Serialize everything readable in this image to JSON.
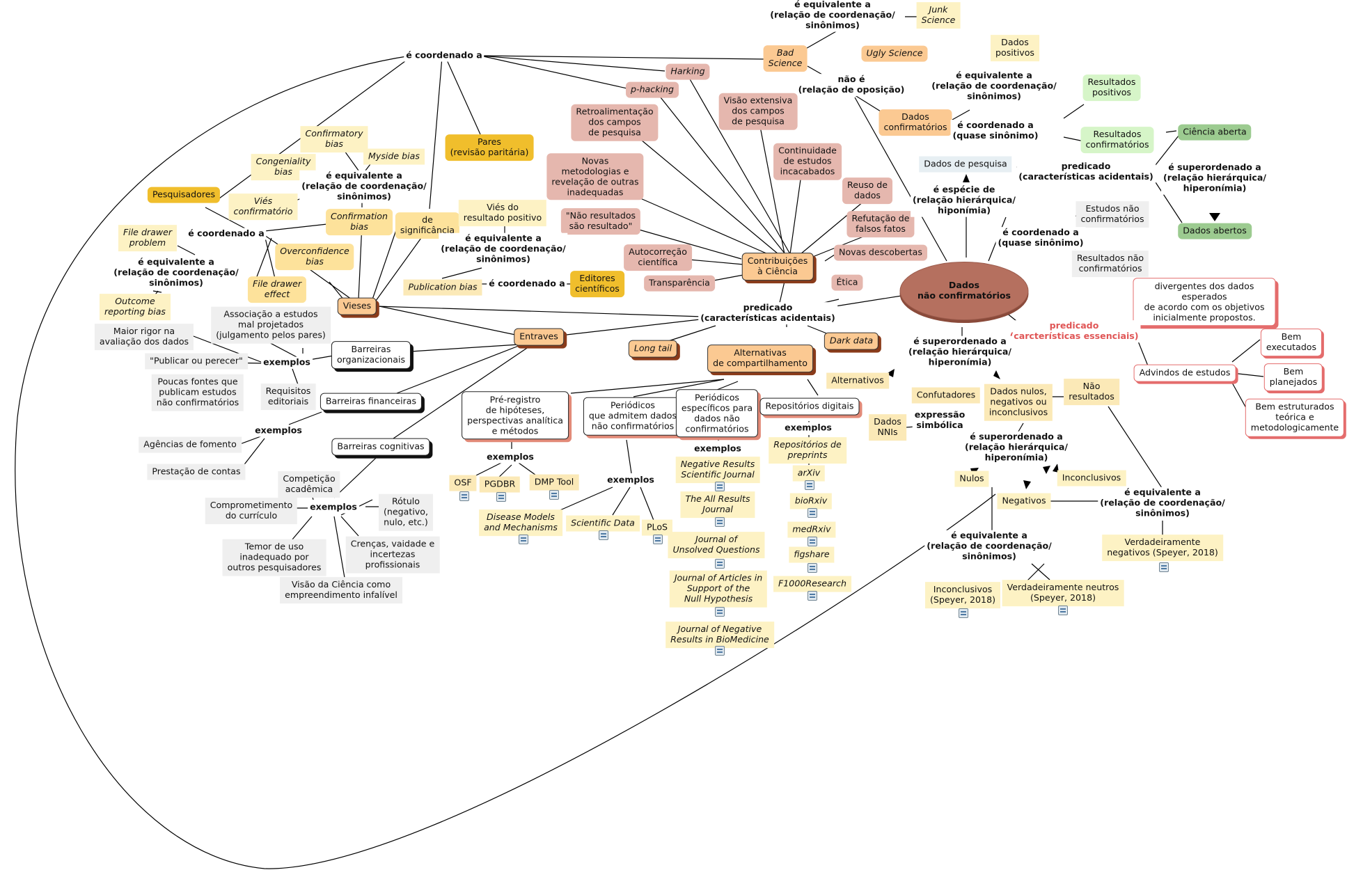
{
  "colors": {
    "central": "#b5705f",
    "peach": "#fbc992",
    "gold": "#f0be2c",
    "pink": "#e5b7ae",
    "pale_yellow": "#fdf2c4",
    "green": "#d6f5c8",
    "dark_green": "#9ccb90",
    "red_label": "#e05656",
    "line": "#000000"
  },
  "icons": {
    "resource": "document-link-icon"
  },
  "nodes": [
    {
      "id": "eq1",
      "text": "é equivalente a\n(relação de coordenação/\nsinônimos)",
      "style": "lnk"
    },
    {
      "id": "junk",
      "text": "Junk\nScience",
      "style": "pale it"
    },
    {
      "id": "bad",
      "text": "Bad\nScience",
      "style": "peach it"
    },
    {
      "id": "ugly",
      "text": "Ugly Science",
      "style": "peach it"
    },
    {
      "id": "naoe",
      "text": "não é\n(relação de oposição)",
      "style": "lnk"
    },
    {
      "id": "coord1",
      "text": "é coordenado a",
      "style": "lnk"
    },
    {
      "id": "harking",
      "text": "Harking",
      "style": "pink it"
    },
    {
      "id": "phacking",
      "text": "p-hacking",
      "style": "pink it"
    },
    {
      "id": "pares",
      "text": "Pares\n(revisão paritária)",
      "style": "gold"
    },
    {
      "id": "retro",
      "text": "Retroalimentação\ndos campos\nde pesquisa",
      "style": "pink"
    },
    {
      "id": "visao",
      "text": "Visão extensiva\ndos campos\nde pesquisa",
      "style": "pink"
    },
    {
      "id": "novasmet",
      "text": "Novas\nmetodologias e\nrevelação de outras\ninadequadas",
      "style": "pink"
    },
    {
      "id": "contin",
      "text": "Continuidade\nde estudos\nincacabados",
      "style": "pink"
    },
    {
      "id": "reuso",
      "text": "Reuso de\ndados",
      "style": "pink"
    },
    {
      "id": "refut",
      "text": "Refutação de\nfalsos fatos",
      "style": "pink"
    },
    {
      "id": "naoresult",
      "text": "\"Não resultados\nsão resultado\"",
      "style": "pink"
    },
    {
      "id": "novasdesc",
      "text": "Novas descobertas",
      "style": "pink"
    },
    {
      "id": "autocorr",
      "text": "Autocorreção\ncientífica",
      "style": "pink"
    },
    {
      "id": "transp",
      "text": "Transparência",
      "style": "pink"
    },
    {
      "id": "etica",
      "text": "Ética",
      "style": "pink"
    },
    {
      "id": "contrib",
      "text": "Contribuições\nà Ciência",
      "style": "peach-sh"
    },
    {
      "id": "dadospos",
      "text": "Dados\npositivos",
      "style": "pale"
    },
    {
      "id": "eq2",
      "text": "é equivalente a\n(relação de coordenação/\nsinônimos)",
      "style": "lnk"
    },
    {
      "id": "respos",
      "text": "Resultados\npositivos",
      "style": "green"
    },
    {
      "id": "dadosconf",
      "text": "Dados\nconfirmatórios",
      "style": "peach"
    },
    {
      "id": "coordquase1",
      "text": "é coordenado a\n(quase sinônimo)",
      "style": "lnk"
    },
    {
      "id": "resconf",
      "text": "Resultados\nconfirmatórios",
      "style": "green"
    },
    {
      "id": "cienciaab",
      "text": "Ciência aberta",
      "style": "greendk"
    },
    {
      "id": "superord1",
      "text": "é superordenado a\n(relação hierárquica/\nhiperonímia)",
      "style": "lnk"
    },
    {
      "id": "dadosab",
      "text": "Dados abertos",
      "style": "greendk"
    },
    {
      "id": "dadospesq",
      "text": "Dados de pesquisa",
      "style": "greyblue"
    },
    {
      "id": "predic1",
      "text": "predicado\n(características acidentais)",
      "style": "lnk"
    },
    {
      "id": "especie",
      "text": "é espécie de\n(relação hierárquica/\nhiponímia)",
      "style": "lnk"
    },
    {
      "id": "estnao",
      "text": "Estudos não\nconfirmatórios",
      "style": "grey"
    },
    {
      "id": "coordquase2",
      "text": "é coordenado a\n(quase sinônimo)",
      "style": "lnk"
    },
    {
      "id": "resnao",
      "text": "Resultados não\nconfirmatórios",
      "style": "grey"
    },
    {
      "id": "central",
      "text": "Dados\nnão confirmatórios",
      "style": "central"
    },
    {
      "id": "diverg",
      "text": "divergentes dos dados esperados\nde acordo com os objetivos\ninicialmente propostos.",
      "style": "white-red"
    },
    {
      "id": "predic2",
      "text": "predicado\n(carcterísticas essenciais)",
      "style": "lnk lnk-red"
    },
    {
      "id": "bemexec",
      "text": "Bem\nexecutados",
      "style": "white-red2"
    },
    {
      "id": "advindos",
      "text": "Advindos de estudos",
      "style": "white-red2"
    },
    {
      "id": "bemplan",
      "text": "Bem\nplanejados",
      "style": "white-red2"
    },
    {
      "id": "bemestr",
      "text": "Bem estruturados\nteórica e\nmetodologicamente",
      "style": "white-red2"
    },
    {
      "id": "confirm_pale",
      "text": "Confirmatory\nbias",
      "style": "pale it"
    },
    {
      "id": "myside",
      "text": "Myside bias",
      "style": "pale it"
    },
    {
      "id": "congen",
      "text": "Congeniality\nbias",
      "style": "pale it"
    },
    {
      "id": "eq3",
      "text": "é equivalente a\n(relação de coordenação/\nsinônimos)",
      "style": "lnk"
    },
    {
      "id": "pesq",
      "text": "Pesquisadores",
      "style": "gold"
    },
    {
      "id": "vies_conf",
      "text": "Viés\nconfirmatório",
      "style": "pale it"
    },
    {
      "id": "confbias",
      "text": "Confirmation\nbias",
      "style": "yellow it"
    },
    {
      "id": "designif",
      "text": "de\nsignificância",
      "style": "yellow"
    },
    {
      "id": "viesdo",
      "text": "Viés do\nresultado positivo",
      "style": "pale"
    },
    {
      "id": "coord2",
      "text": "é coordenado a",
      "style": "lnk"
    },
    {
      "id": "filedrawer_p",
      "text": "File drawer\nproblem",
      "style": "pale it"
    },
    {
      "id": "overconf",
      "text": "Overconfidence\nbias",
      "style": "yellow it"
    },
    {
      "id": "eq4",
      "text": "é equivalente a\n(relação de coordenação/\nsinônimos)",
      "style": "lnk"
    },
    {
      "id": "eq5",
      "text": "é equivalente a\n(relação de coordenação/\nsinônimos)",
      "style": "lnk"
    },
    {
      "id": "filedrawer_e",
      "text": "File drawer\neffect",
      "style": "yellow it"
    },
    {
      "id": "pubbias",
      "text": "Publication bias",
      "style": "pale2 it"
    },
    {
      "id": "coord3",
      "text": "é coordenado a",
      "style": "lnk"
    },
    {
      "id": "editores",
      "text": "Editores\ncientíficos",
      "style": "gold"
    },
    {
      "id": "outcome",
      "text": "Outcome\nreporting bias",
      "style": "pale it"
    },
    {
      "id": "vieses",
      "text": "Vieses",
      "style": "peach-sh"
    },
    {
      "id": "assoc",
      "text": "Associação a estudos\nmal projetados\n(julgamento pelos pares)",
      "style": "grey"
    },
    {
      "id": "predic3",
      "text": "predicado\n(características acidentais)",
      "style": "lnk"
    },
    {
      "id": "maior",
      "text": "Maior rigor na\navaliação dos dados",
      "style": "grey"
    },
    {
      "id": "entraves",
      "text": "Entraves",
      "style": "peach-sh"
    },
    {
      "id": "darkdata",
      "text": "Dark data",
      "style": "peach-sh it"
    },
    {
      "id": "longtail",
      "text": "Long tail",
      "style": "peach-sh it"
    },
    {
      "id": "barrorg",
      "text": "Barreiras\norganizacionais",
      "style": "white-sh"
    },
    {
      "id": "alternshare",
      "text": "Alternativas\nde compartilhamento",
      "style": "peach-sh"
    },
    {
      "id": "publicar",
      "text": "\"Publicar ou perecer\"",
      "style": "grey"
    },
    {
      "id": "ex1",
      "text": "exemplos",
      "style": "lnk"
    },
    {
      "id": "superord2",
      "text": "é superordenado a\n(relação hierárquica/\nhiperonímia)",
      "style": "lnk"
    },
    {
      "id": "poucas",
      "text": "Poucas fontes que\npublicam estudos\nnão confirmatórios",
      "style": "grey"
    },
    {
      "id": "requis",
      "text": "Requisitos\neditoriais",
      "style": "grey"
    },
    {
      "id": "barrfin",
      "text": "Barreiras financeiras",
      "style": "white-sh"
    },
    {
      "id": "alternativos",
      "text": "Alternativos",
      "style": "pale2"
    },
    {
      "id": "confutadores",
      "text": "Confutadores",
      "style": "pale2"
    },
    {
      "id": "dadosnulos",
      "text": "Dados nulos,\nnegativos ou\ninconclusivos",
      "style": "pale2"
    },
    {
      "id": "naoresultados",
      "text": "Não\nresultados",
      "style": "pale2"
    },
    {
      "id": "ex2",
      "text": "exemplos",
      "style": "lnk"
    },
    {
      "id": "prereg",
      "text": "Pré-registro\nde hipóteses,\nperspectivas analítica\ne métodos",
      "style": "white-salmon"
    },
    {
      "id": "periodicos1",
      "text": "Periódicos\nque admitem dados\nnão confirmatórios",
      "style": "white-salmon"
    },
    {
      "id": "periodicos2",
      "text": "Periódicos\nespecíficos para\ndados não\nconfirmatórios",
      "style": "white-salmon"
    },
    {
      "id": "repos",
      "text": "Repositórios digitais",
      "style": "white-salmon"
    },
    {
      "id": "dadosnni",
      "text": "Dados\nNNIs",
      "style": "pale2"
    },
    {
      "id": "exprsimb",
      "text": "expressão\nsimbólica",
      "style": "lnk"
    },
    {
      "id": "agencias",
      "text": "Agências de fomento",
      "style": "grey"
    },
    {
      "id": "barrcog",
      "text": "Barreiras cognitivas",
      "style": "white-sh"
    },
    {
      "id": "ex3",
      "text": "exemplos",
      "style": "lnk"
    },
    {
      "id": "ex4",
      "text": "exemplos",
      "style": "lnk"
    },
    {
      "id": "ex5",
      "text": "exemplos",
      "style": "lnk"
    },
    {
      "id": "reposprep",
      "text": "Repositórios de\npreprints",
      "style": "pale it"
    },
    {
      "id": "superord3",
      "text": "é superordenado a\n(relação hierárquica/\nhiperonímia)",
      "style": "lnk"
    },
    {
      "id": "prestacao",
      "text": "Prestação de contas",
      "style": "grey"
    },
    {
      "id": "negres",
      "text": "Negative Results\nScientific Journal",
      "style": "pale it"
    },
    {
      "id": "arxiv",
      "text": "arXiv",
      "style": "pale it"
    },
    {
      "id": "nulos",
      "text": "Nulos",
      "style": "pale"
    },
    {
      "id": "inconclusivos",
      "text": "Inconclusivos",
      "style": "pale"
    },
    {
      "id": "competicao",
      "text": "Competição\nacadêmica",
      "style": "grey"
    },
    {
      "id": "osf",
      "text": "OSF",
      "style": "pale2"
    },
    {
      "id": "pgdbr",
      "text": "PGDBR",
      "style": "pale2"
    },
    {
      "id": "dmptool",
      "text": "DMP Tool",
      "style": "pale2"
    },
    {
      "id": "ex6",
      "text": "exemplos",
      "style": "lnk"
    },
    {
      "id": "allres",
      "text": "The All Results\nJournal",
      "style": "pale it"
    },
    {
      "id": "biorxiv",
      "text": "bioRxiv",
      "style": "pale it"
    },
    {
      "id": "negativos",
      "text": "Negativos",
      "style": "pale"
    },
    {
      "id": "eq6",
      "text": "é equivalente a\n(relação de coordenação/\nsinônimos)",
      "style": "lnk"
    },
    {
      "id": "compromet",
      "text": "Comprometimento\ndo currículo",
      "style": "grey"
    },
    {
      "id": "ex7",
      "text": "exemplos",
      "style": "lnk"
    },
    {
      "id": "rotulo",
      "text": "Rótulo\n(negativo,\nnulo, etc.)",
      "style": "grey"
    },
    {
      "id": "diseasemod",
      "text": "Disease Models\nand Mechanisms",
      "style": "pale it"
    },
    {
      "id": "scidata",
      "text": "Scientific Data",
      "style": "pale it"
    },
    {
      "id": "plos",
      "text": "PLoS",
      "style": "pale"
    },
    {
      "id": "medrxiv",
      "text": "medRxiv",
      "style": "pale it"
    },
    {
      "id": "unsolved",
      "text": "Journal of\nUnsolved Questions",
      "style": "pale it"
    },
    {
      "id": "verdneg",
      "text": "Verdadeiramente\nnegativos (Speyer, 2018)",
      "style": "pale"
    },
    {
      "id": "eq7",
      "text": "é equivalente a\n(relação de coordenação/\nsinônimos)",
      "style": "lnk"
    },
    {
      "id": "figshare",
      "text": "figshare",
      "style": "pale it"
    },
    {
      "id": "temor",
      "text": "Temor de uso\ninadequado por\noutros pesquisadores",
      "style": "grey"
    },
    {
      "id": "crencas",
      "text": "Crenças, vaidade e\nincertezas\nprofissionais",
      "style": "grey"
    },
    {
      "id": "f1000",
      "text": "F1000Research",
      "style": "pale it"
    },
    {
      "id": "jasnh",
      "text": "Journal of Articles in\nSupport of the\nNull Hypothesis",
      "style": "pale it"
    },
    {
      "id": "inconcl_sp",
      "text": "Inconclusivos\n(Speyer, 2018)",
      "style": "pale"
    },
    {
      "id": "verdneutros",
      "text": "Verdadeiramente neutros\n(Speyer, 2018)",
      "style": "pale"
    },
    {
      "id": "visaoinf",
      "text": "Visão da Ciência como\nempreendimento infalível",
      "style": "grey"
    },
    {
      "id": "jnrbm",
      "text": "Journal of Negative\nResults in BioMedicine",
      "style": "pale it"
    }
  ]
}
